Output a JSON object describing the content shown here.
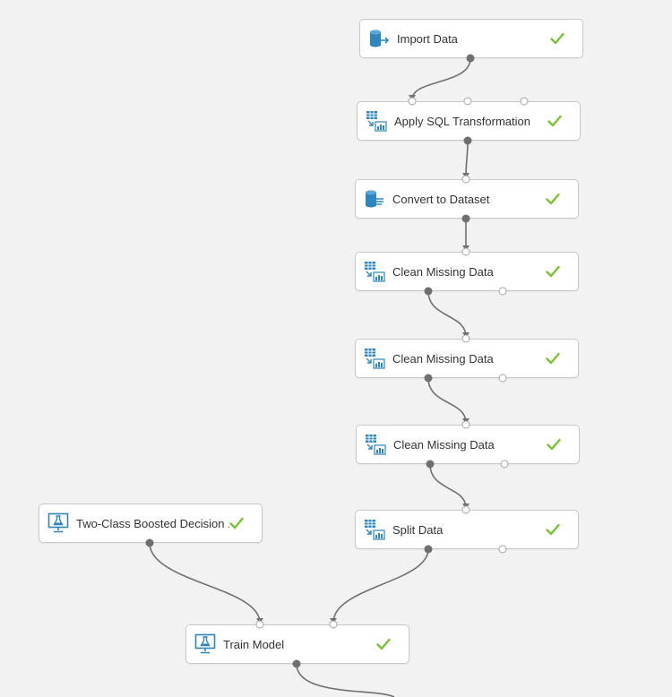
{
  "theme": {
    "accent": "#2e86c1",
    "success": "#7ac231",
    "wire": "#707070",
    "background": "#f2f2f2"
  },
  "nodes": {
    "import_data": {
      "label": "Import Data",
      "icon": "database-import-icon",
      "status": "success"
    },
    "apply_sql": {
      "label": "Apply SQL Transformation",
      "icon": "table-transform-icon",
      "status": "success"
    },
    "convert_dataset": {
      "label": "Convert to Dataset",
      "icon": "database-convert-icon",
      "status": "success"
    },
    "clean_missing_1": {
      "label": "Clean Missing Data",
      "icon": "table-transform-icon",
      "status": "success"
    },
    "clean_missing_2": {
      "label": "Clean Missing Data",
      "icon": "table-transform-icon",
      "status": "success"
    },
    "clean_missing_3": {
      "label": "Clean Missing Data",
      "icon": "table-transform-icon",
      "status": "success"
    },
    "split_data": {
      "label": "Split Data",
      "icon": "table-transform-icon",
      "status": "success"
    },
    "boosted_tree": {
      "label": "Two-Class Boosted Decision ...",
      "icon": "flask-monitor-icon",
      "status": "success"
    },
    "train_model": {
      "label": "Train Model",
      "icon": "flask-monitor-icon",
      "status": "success"
    }
  },
  "connections": [
    {
      "from": "import_data",
      "to": "apply_sql"
    },
    {
      "from": "apply_sql",
      "to": "convert_dataset"
    },
    {
      "from": "convert_dataset",
      "to": "clean_missing_1"
    },
    {
      "from": "clean_missing_1",
      "to": "clean_missing_2"
    },
    {
      "from": "clean_missing_2",
      "to": "clean_missing_3"
    },
    {
      "from": "clean_missing_3",
      "to": "split_data"
    },
    {
      "from": "boosted_tree",
      "to": "train_model"
    },
    {
      "from": "split_data",
      "to": "train_model"
    }
  ]
}
